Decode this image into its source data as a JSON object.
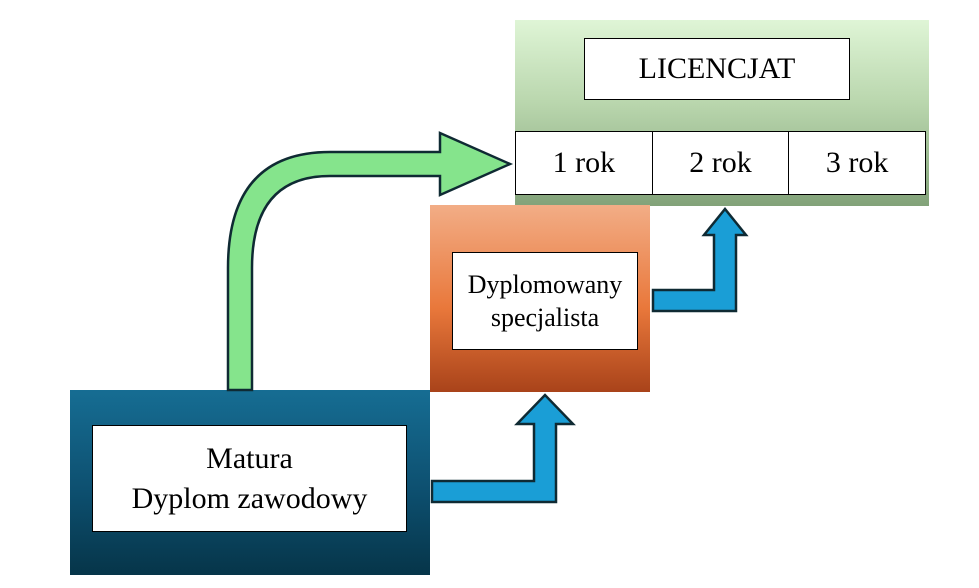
{
  "licencjat": {
    "title": "LICENCJAT",
    "years": [
      "1 rok",
      "2 rok",
      "3 rok"
    ]
  },
  "specjalista": {
    "line1": "Dyplomowany",
    "line2": "specjalista"
  },
  "matura": {
    "line1": "Matura",
    "line2": "Dyplom zawodowy"
  },
  "colors": {
    "green_arrow": "#85e48c",
    "blue_arrow": "#1a9ed6",
    "arrow_outline": "#0f2a33",
    "licencjat_block": "#b9d6ad",
    "specjalista_block": "#e9783b",
    "matura_block": "#0d4f6f"
  }
}
